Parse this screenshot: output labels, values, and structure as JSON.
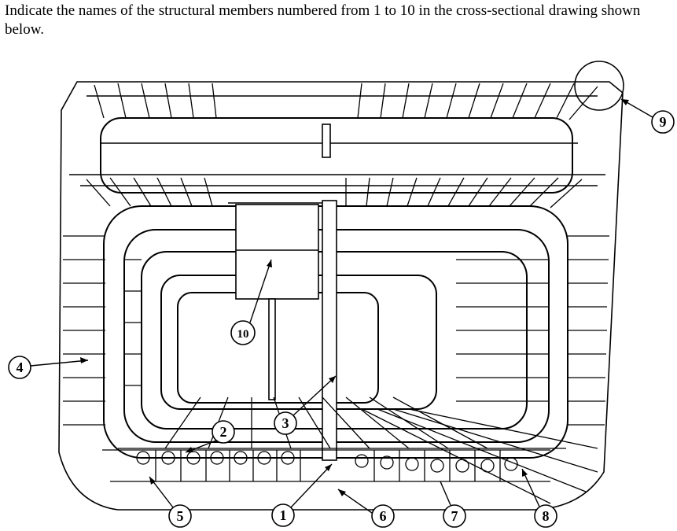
{
  "question_text": "Indicate the names of the structural members numbered from 1 to 10 in the cross-sectional drawing shown below.",
  "callouts": [
    {
      "id": "1",
      "text": "1"
    },
    {
      "id": "2",
      "text": "2"
    },
    {
      "id": "3",
      "text": "3"
    },
    {
      "id": "4",
      "text": "4"
    },
    {
      "id": "5",
      "text": "5"
    },
    {
      "id": "6",
      "text": "6"
    },
    {
      "id": "7",
      "text": "7"
    },
    {
      "id": "8",
      "text": "8"
    },
    {
      "id": "9",
      "text": "9"
    },
    {
      "id": "10",
      "text": "10"
    }
  ],
  "colors": {
    "ink": "#000000",
    "paper": "#ffffff"
  }
}
